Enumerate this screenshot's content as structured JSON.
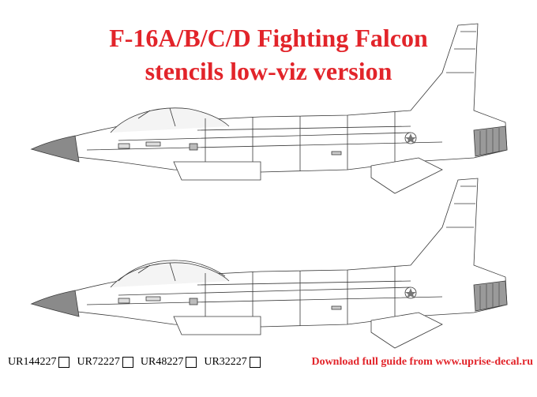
{
  "title_line1": "F-16A/B/C/D Fighting Falcon",
  "title_line2": "stencils low-viz version",
  "codes": [
    "UR144227",
    "UR72227",
    "UR48227",
    "UR32227"
  ],
  "download_text": "Download full guide from www.uprise-decal.ru",
  "colors": {
    "title": "#e2242a",
    "radome": "#8a8a8a",
    "outline": "#3a3a3a"
  },
  "aircraft_views": [
    "single-seat-side-view",
    "two-seat-side-view"
  ]
}
